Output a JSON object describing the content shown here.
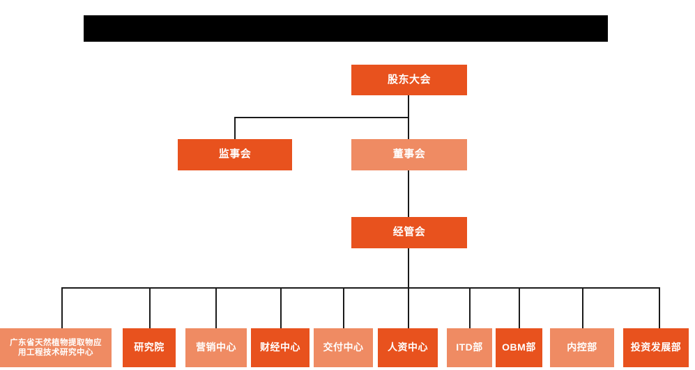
{
  "banner": {
    "name": "redacted-title-bar",
    "fill": "#000000",
    "text": ""
  },
  "theme": {
    "background": "#FFFFFF",
    "accent_dark": "#E8521E",
    "accent_light": "#EF8B63",
    "line_color": "#1A1A1A",
    "text_color": "#FFFFFF"
  },
  "org": {
    "level1": {
      "label": "股东大会",
      "tone": "dark"
    },
    "level2": [
      {
        "label": "监事会",
        "tone": "dark"
      },
      {
        "label": "董事会",
        "tone": "light"
      }
    ],
    "level3": {
      "label": "经管会",
      "tone": "dark"
    },
    "departments": [
      {
        "label": "广东省天然植物提取物应\n用工程技术研究中心",
        "tone": "light",
        "multiline": true
      },
      {
        "label": "研究院",
        "tone": "dark",
        "multiline": false
      },
      {
        "label": "营销中心",
        "tone": "light",
        "multiline": false
      },
      {
        "label": "财经中心",
        "tone": "dark",
        "multiline": false
      },
      {
        "label": "交付中心",
        "tone": "light",
        "multiline": false
      },
      {
        "label": "人资中心",
        "tone": "dark",
        "multiline": false
      },
      {
        "label": "ITD部",
        "tone": "light",
        "multiline": false
      },
      {
        "label": "OBM部",
        "tone": "dark",
        "multiline": false
      },
      {
        "label": "内控部",
        "tone": "light",
        "multiline": false
      },
      {
        "label": "投资发展部",
        "tone": "dark",
        "multiline": false
      }
    ]
  }
}
